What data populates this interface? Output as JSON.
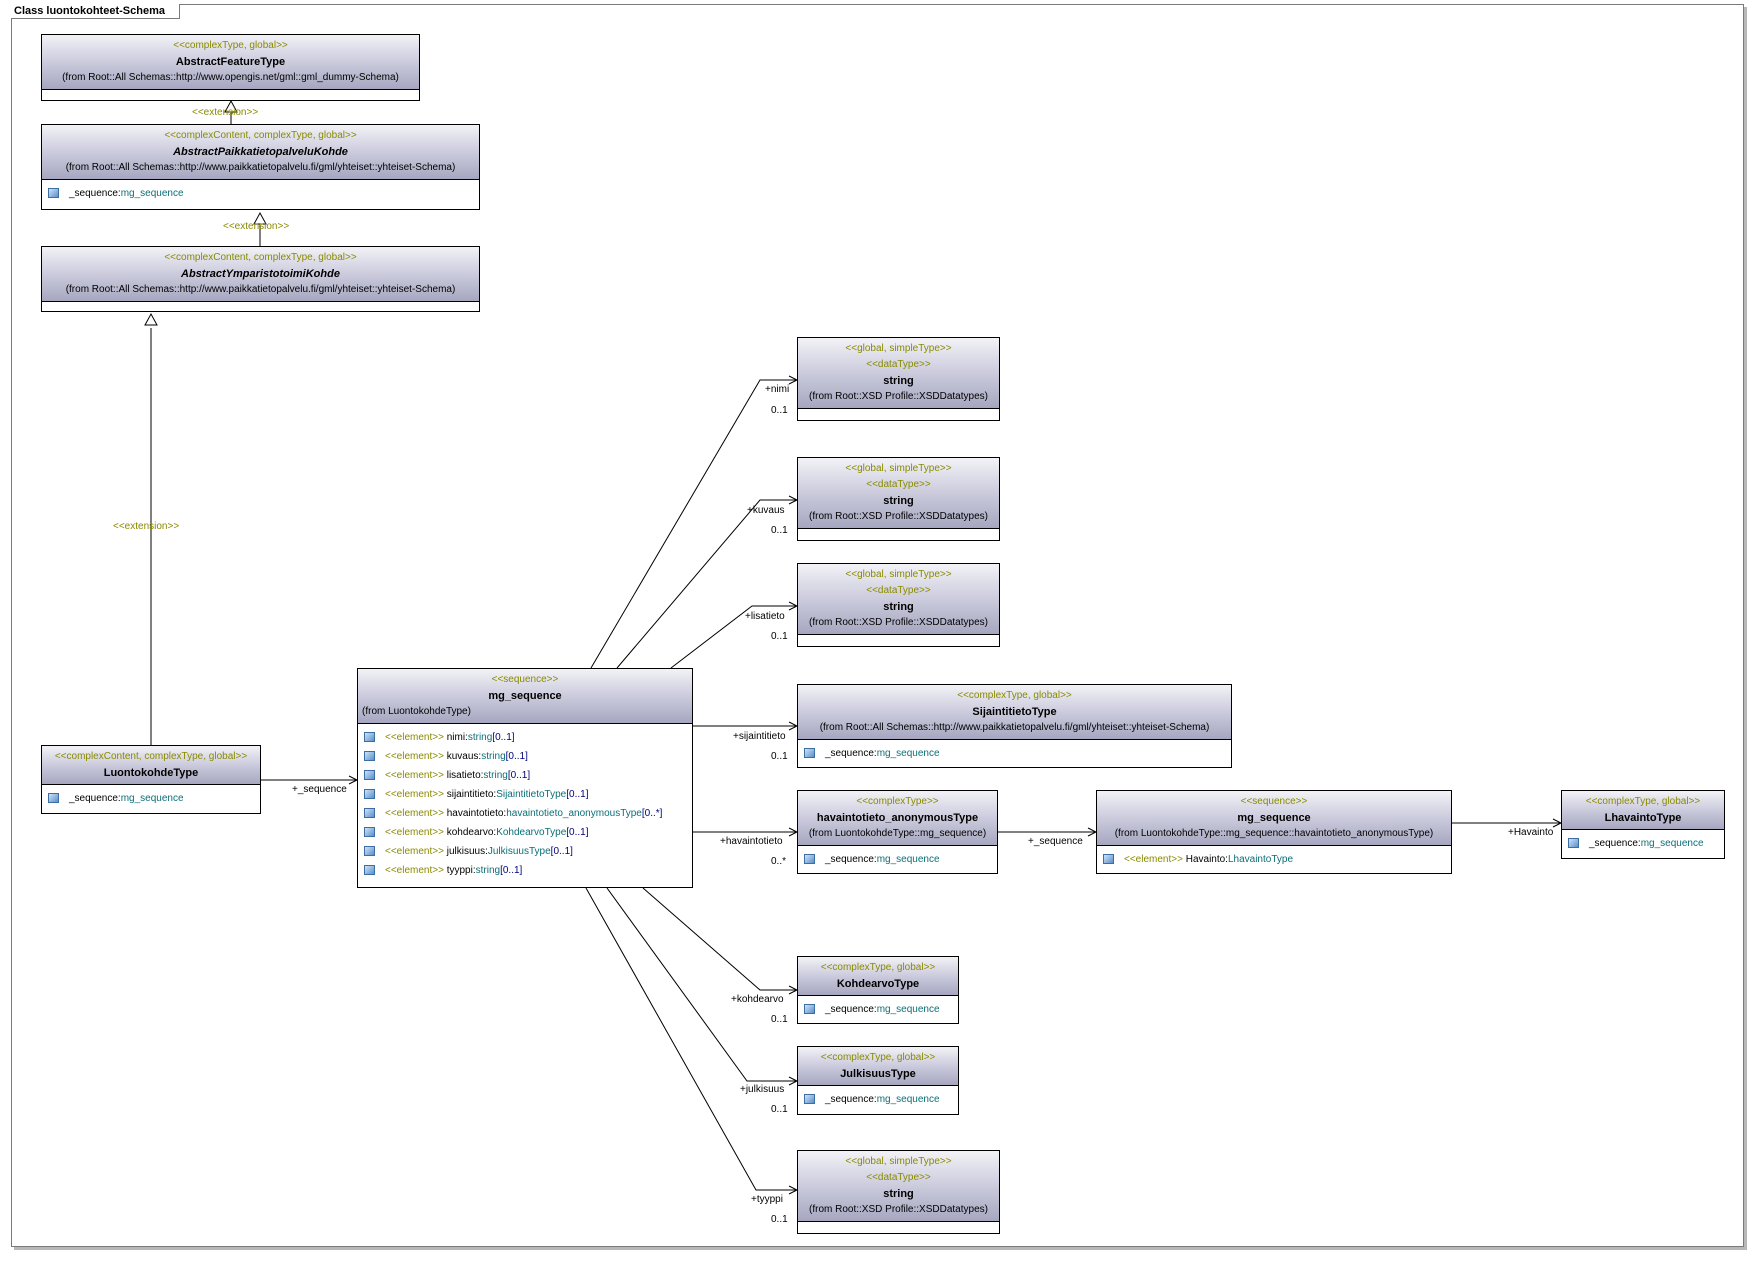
{
  "frame": {
    "title": "Class luontokohteet-Schema"
  },
  "boxes": {
    "abstractFeature": {
      "stereo": "<<complexType, global>>",
      "name": "AbstractFeatureType",
      "from": "(from Root::All Schemas::http://www.opengis.net/gml::gml_dummy-Schema)"
    },
    "abstractPaikka": {
      "stereo": "<<complexContent, complexType, global>>",
      "name": "AbstractPaikkatietopalveluKohde",
      "from": "(from Root::All Schemas::http://www.paikkatietopalvelu.fi/gml/yhteiset::yhteiset-Schema)",
      "attr_name": "_sequence:",
      "attr_type": "mg_sequence"
    },
    "abstractYmp": {
      "stereo": "<<complexContent, complexType, global>>",
      "name": "AbstractYmparistotoimiKohde",
      "from": "(from Root::All Schemas::http://www.paikkatietopalvelu.fi/gml/yhteiset::yhteiset-Schema)"
    },
    "luontokohde": {
      "stereo": "<<complexContent, complexType, global>>",
      "name": "LuontokohdeType",
      "attr_name": "_sequence:",
      "attr_type": "mg_sequence"
    },
    "mgSeq": {
      "stereo": "<<sequence>>",
      "name": "mg_sequence",
      "from": "(from LuontokohdeType)",
      "attrs": [
        {
          "el": "<<element>>",
          "name": "nimi:",
          "type": "string",
          "mul": "[0..1]"
        },
        {
          "el": "<<element>>",
          "name": "kuvaus:",
          "type": "string",
          "mul": "[0..1]"
        },
        {
          "el": "<<element>>",
          "name": "lisatieto:",
          "type": "string",
          "mul": "[0..1]"
        },
        {
          "el": "<<element>>",
          "name": "sijaintitieto:",
          "type": "SijaintitietoType",
          "mul": "[0..1]"
        },
        {
          "el": "<<element>>",
          "name": "havaintotieto:",
          "type": "havaintotieto_anonymousType",
          "mul": "[0..*]"
        },
        {
          "el": "<<element>>",
          "name": "kohdearvo:",
          "type": "KohdearvoType",
          "mul": "[0..1]"
        },
        {
          "el": "<<element>>",
          "name": "julkisuus:",
          "type": "JulkisuusType",
          "mul": "[0..1]"
        },
        {
          "el": "<<element>>",
          "name": "tyyppi:",
          "type": "string",
          "mul": "[0..1]"
        }
      ]
    },
    "string": {
      "stereo1": "<<global, simpleType>>",
      "stereo2": "<<dataType>>",
      "name": "string",
      "from": "(from Root::XSD Profile::XSDDatatypes)"
    },
    "sijainti": {
      "stereo": "<<complexType, global>>",
      "name": "SijaintitietoType",
      "from": "(from Root::All Schemas::http://www.paikkatietopalvelu.fi/gml/yhteiset::yhteiset-Schema)",
      "attr_name": "_sequence:",
      "attr_type": "mg_sequence"
    },
    "havaintoAnon": {
      "stereo": "<<complexType>>",
      "name": "havaintotieto_anonymousType",
      "from": "(from LuontokohdeType::mg_sequence)",
      "attr_name": "_sequence:",
      "attr_type": "mg_sequence"
    },
    "mgSeq2": {
      "stereo": "<<sequence>>",
      "name": "mg_sequence",
      "from": "(from LuontokohdeType::mg_sequence::havaintotieto_anonymousType)",
      "attr_el": "<<element>>",
      "attr_name": "Havainto:",
      "attr_type": "LhavaintoType"
    },
    "lhavainto": {
      "stereo": "<<complexType, global>>",
      "name": "LhavaintoType",
      "attr_name": "_sequence:",
      "attr_type": "mg_sequence"
    },
    "kohdearvo": {
      "stereo": "<<complexType, global>>",
      "name": "KohdearvoType",
      "attr_name": "_sequence:",
      "attr_type": "mg_sequence"
    },
    "julkisuus": {
      "stereo": "<<complexType, global>>",
      "name": "JulkisuusType",
      "attr_name": "_sequence:",
      "attr_type": "mg_sequence"
    }
  },
  "connectors": {
    "extension": "<<extension>>",
    "sequence_role": "+_sequence",
    "nimi": "+nimi",
    "kuvaus": "+kuvaus",
    "lisatieto": "+lisatieto",
    "sijaintitieto": "+sijaintitieto",
    "havaintotieto": "+havaintotieto",
    "kohdearvo": "+kohdearvo",
    "julkisuus": "+julkisuus",
    "tyyppi": "+tyyppi",
    "havainto": "+Havainto",
    "mult_01": "0..1",
    "mult_0n": "0..*"
  }
}
